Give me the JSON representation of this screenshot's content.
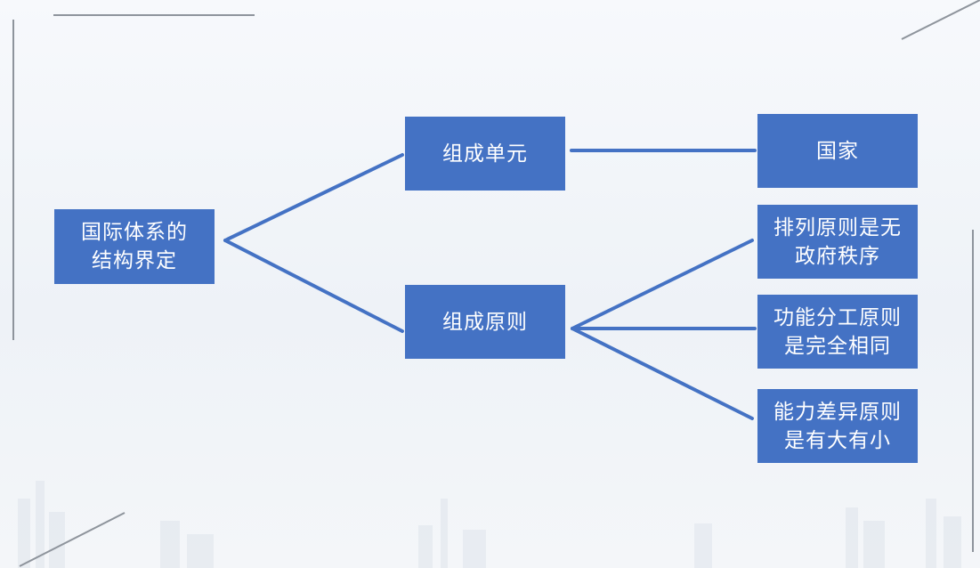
{
  "diagram": {
    "root": {
      "label": "国际体系的\n结构界定"
    },
    "unit": {
      "label": "组成单元"
    },
    "principle": {
      "label": "组成原则"
    },
    "state": {
      "label": "国家"
    },
    "p1": {
      "label": "排列原则是无\n政府秩序"
    },
    "p2": {
      "label": "功能分工原则\n是完全相同"
    },
    "p3": {
      "label": "能力差异原则\n是有大有小"
    }
  },
  "colors": {
    "node_fill": "#4472c4",
    "node_text": "#ffffff",
    "connector": "#4472c4"
  }
}
